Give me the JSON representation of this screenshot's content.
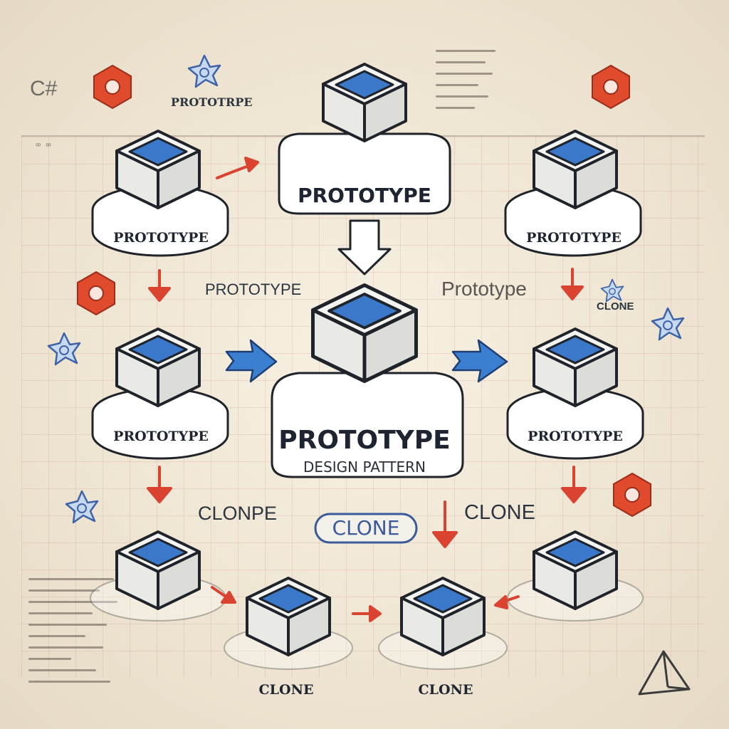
{
  "header": {
    "language_tag": "C#",
    "corner_label": "PROTOTRPE"
  },
  "top": {
    "prototype_label": "PROTOTYPE"
  },
  "nodes": {
    "left_upper": "PROTOTYPE",
    "right_upper": "PROTOTYPE",
    "left_mid": "PROTOTYPE",
    "right_mid": "PROTOTYPE"
  },
  "center": {
    "title": "PROTOTYPE",
    "subtitle": "DESIGN PATTERN"
  },
  "free_labels": {
    "prototype_left": "PROTOTYPE",
    "prototype_right": "Prototype",
    "clone_right_small": "CLONE",
    "clonpe": "CLONPE",
    "clone_badge": "CLONE",
    "clone_right": "CLONE"
  },
  "bottom": {
    "clone_a": "CLONE",
    "clone_b": "CLONE"
  },
  "colors": {
    "cube_top": "#3b78c9",
    "cube_side": "#f2f2f0",
    "outline": "#1f232a",
    "red_arrow": "#d9432f",
    "blue_arrow": "#3a7fd0",
    "hex_icon": "#df4b2c"
  },
  "icons": [
    "hexagon-icon",
    "flower-icon",
    "triangle-icon"
  ]
}
